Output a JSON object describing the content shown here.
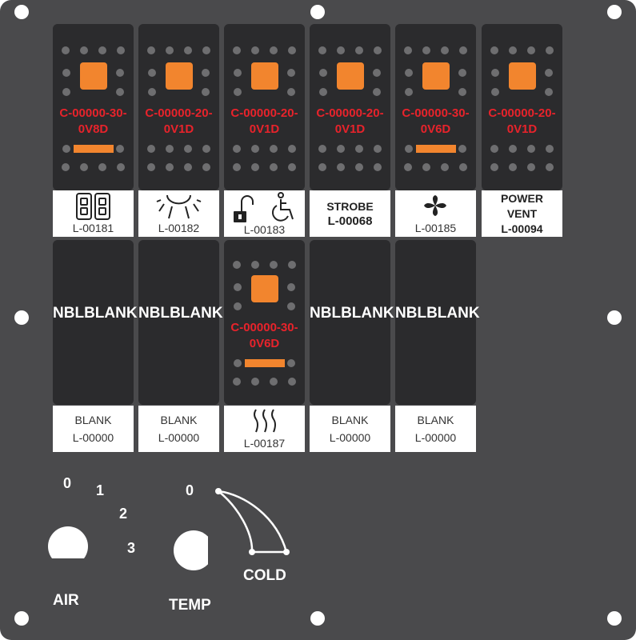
{
  "switches_top": [
    {
      "code_line1": "C-00000-30-",
      "code_line2": "0V8D",
      "label": "L-00181",
      "icon": "dual-lamp-icon"
    },
    {
      "code_line1": "C-00000-20-",
      "code_line2": "0V1D",
      "label": "L-00182",
      "icon": "light-rays-icon"
    },
    {
      "code_line1": "C-00000-20-",
      "code_line2": "0V1D",
      "label": "L-00183",
      "icon": "lock-wheelchair-icon"
    },
    {
      "code_line1": "C-00000-20-",
      "code_line2": "0V1D",
      "label_line1": "STROBE",
      "label_line2": "L-00068"
    },
    {
      "code_line1": "C-00000-30-",
      "code_line2": "0V6D",
      "label": "L-00185",
      "icon": "fan-icon"
    },
    {
      "code_line1": "C-00000-20-",
      "code_line2": "0V1D",
      "label_line1": "POWER",
      "label_line2": "VENT",
      "label_line3": "L-00094"
    }
  ],
  "switches_bottom": [
    {
      "blank_line1": "NBL",
      "blank_line2": "BLANK",
      "label_line1": "BLANK",
      "label_line2": "L-00000"
    },
    {
      "blank_line1": "NBL",
      "blank_line2": "BLANK",
      "label_line1": "BLANK",
      "label_line2": "L-00000"
    },
    {
      "code_line1": "C-00000-30-",
      "code_line2": "0V6D",
      "label": "L-00187",
      "icon": "heat-waves-icon"
    },
    {
      "blank_line1": "NBL",
      "blank_line2": "BLANK",
      "label_line1": "BLANK",
      "label_line2": "L-00000"
    },
    {
      "blank_line1": "NBL",
      "blank_line2": "BLANK",
      "label_line1": "BLANK",
      "label_line2": "L-00000"
    }
  ],
  "air": {
    "label": "AIR",
    "positions": [
      "0",
      "1",
      "2",
      "3"
    ]
  },
  "temp": {
    "label": "TEMP",
    "zero": "0",
    "cold": "COLD"
  },
  "colors": {
    "panel": "#4a4a4c",
    "switch": "#2b2b2d",
    "lamp": "#f2852e",
    "code": "#e8232b",
    "label": "#ffffff"
  }
}
